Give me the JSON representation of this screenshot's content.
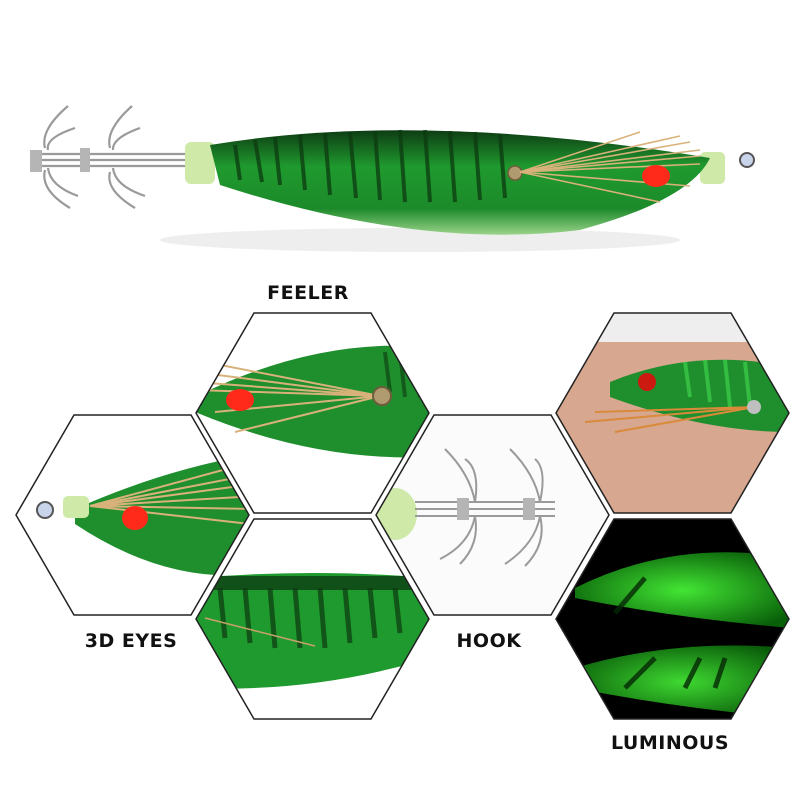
{
  "hero": {
    "subject": "squid-jig-lure",
    "body_color": "#1f8f2e",
    "stripe_color": "#0d3a12",
    "eye_color": "#ff2a1a",
    "feather_color": "#d8b27a"
  },
  "panels": [
    {
      "id": "feeler",
      "label": "FEELER",
      "subject": "feather-feeler-closeup"
    },
    {
      "id": "3d-eyes",
      "label": "3D EYES",
      "subject": "red-eye-closeup"
    },
    {
      "id": "pattern",
      "label": "",
      "subject": "body-pattern-closeup"
    },
    {
      "id": "hook",
      "label": "HOOK",
      "subject": "stainless-hook-closeup"
    },
    {
      "id": "in-hand",
      "label": "",
      "subject": "lure-in-hand"
    },
    {
      "id": "luminous",
      "label": "LUMINOUS",
      "subject": "glow-in-dark"
    }
  ],
  "colors": {
    "hex_border": "#222222",
    "glow_green": "#3cff3c",
    "dark": "#000000",
    "skin": "#d8a78f"
  }
}
